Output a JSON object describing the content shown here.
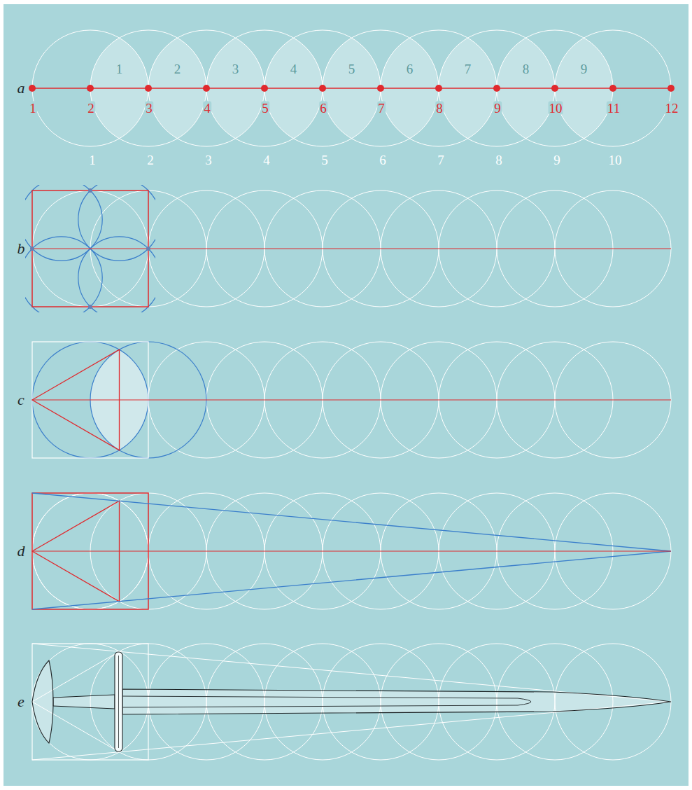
{
  "diagram": {
    "labels": [
      "a",
      "1",
      "2",
      "3",
      "4",
      "5",
      "6",
      "7",
      "8",
      "9",
      "1",
      "2",
      "3",
      "4",
      "5",
      "6",
      "7",
      "8",
      "9",
      "10",
      "11",
      "12",
      "1",
      "2",
      "3",
      "4",
      "5",
      "6",
      "7",
      "8",
      "9",
      "10",
      "b",
      "c",
      "d",
      "e"
    ]
  }
}
